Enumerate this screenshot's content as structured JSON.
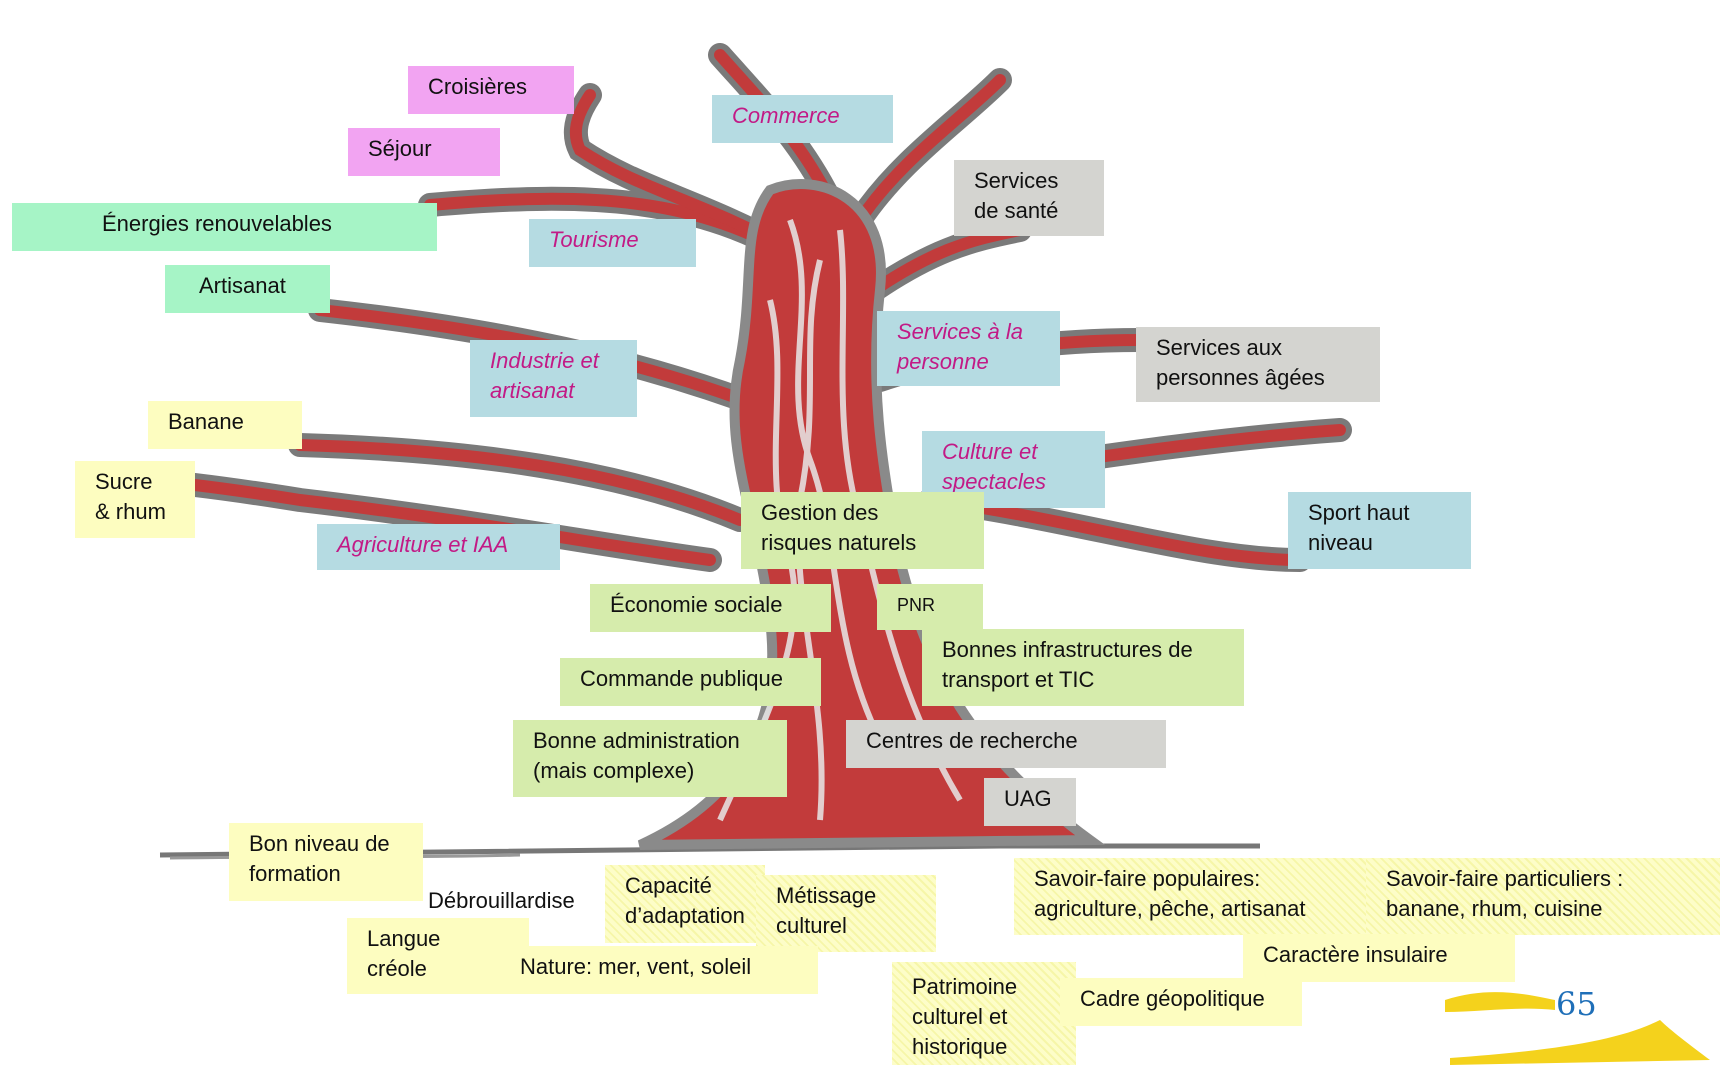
{
  "labels": {
    "croisieres": "Croisières",
    "sejour": "Séjour",
    "energies": "Énergies renouvelables",
    "artisanat": "Artisanat",
    "banane": "Banane",
    "sucre": "Sucre\n& rhum",
    "commerce": "Commerce",
    "tourisme": "Tourisme",
    "industrie": "Industrie et\nartisanat",
    "agriculture": "Agriculture et IAA",
    "services_personne": "Services à la\npersonne",
    "culture": "Culture et\nspectacles",
    "services_sante": "Services\nde santé",
    "services_ages": "Services aux\npersonnes âgées",
    "sport": "Sport haut\nniveau",
    "risques": "Gestion des\nrisques naturels",
    "economie_sociale": "Économie sociale",
    "pnr": "PNR",
    "infrastructures": "Bonnes infrastructures de\ntransport et TIC",
    "commande_publique": "Commande publique",
    "administration": "Bonne administration\n(mais complexe)",
    "recherche": "Centres de recherche",
    "uag": "UAG",
    "formation": "Bon niveau de\nformation",
    "debrouillardise": "Débrouillardise",
    "adaptation": "Capacité\nd’adaptation",
    "metissage": "Métissage\nculturel",
    "langue": "Langue\ncréole",
    "nature": "Nature: mer, vent, soleil",
    "savoir_populaires": "Savoir-faire populaires:\nagriculture, pêche, artisanat",
    "savoir_particuliers": "Savoir-faire particuliers :\nbanane, rhum, cuisine",
    "insulaire": "Caractère insulaire",
    "patrimoine": "Patrimoine\nculturel et\nhistorique",
    "geopolitique": "Cadre géopolitique"
  },
  "page_number": "65",
  "colors": {
    "trunk": "#c23b3b",
    "bark": "#8a8a8a",
    "sector_text": "#c21a86",
    "page_number": "#1f6fb8",
    "logo": "#f4d21c"
  }
}
